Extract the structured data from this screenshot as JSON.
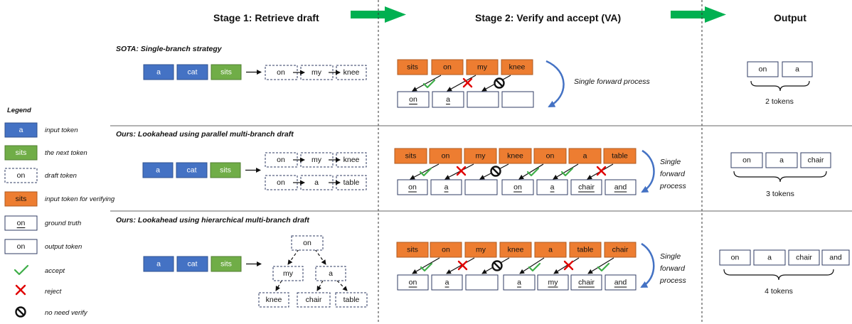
{
  "headers": {
    "stage1": "Stage 1: Retrieve draft",
    "stage2": "Stage 2: Verify and accept (VA)",
    "output": "Output"
  },
  "legend": {
    "title": "Legend",
    "items": [
      {
        "sample": "a",
        "label": "input token"
      },
      {
        "sample": "sits",
        "label": "the next token"
      },
      {
        "sample": "on",
        "label": "draft token"
      },
      {
        "sample": "sits",
        "label": "input token for verifying"
      },
      {
        "sample": "on",
        "label": "ground truth"
      },
      {
        "sample": "on",
        "label": "output token"
      },
      {
        "sample": "",
        "label": "accept"
      },
      {
        "sample": "",
        "label": "reject"
      },
      {
        "sample": "",
        "label": "no need verify"
      }
    ]
  },
  "rows": [
    {
      "title": "SOTA: Single-branch strategy",
      "input": [
        "a",
        "cat",
        "sits"
      ],
      "draft": [
        "on",
        "my",
        "knee"
      ],
      "verify": [
        "sits",
        "on",
        "my",
        "knee"
      ],
      "truth": [
        "on",
        "a",
        "",
        ""
      ],
      "marks": [
        "accept",
        "reject",
        "skip"
      ],
      "process": "Single forward process",
      "output": [
        "on",
        "a"
      ],
      "count": "2 tokens"
    },
    {
      "title": "Ours: Lookahead using parallel multi-branch draft",
      "input": [
        "a",
        "cat",
        "sits"
      ],
      "branch1": [
        "on",
        "my",
        "knee"
      ],
      "branch2": [
        "on",
        "a",
        "table"
      ],
      "verify": [
        "sits",
        "on",
        "my",
        "knee",
        "on",
        "a",
        "table"
      ],
      "truth": [
        "on",
        "a",
        "",
        "on",
        "a",
        "chair",
        "and"
      ],
      "marks": [
        "accept",
        "reject",
        "skip",
        "accept",
        "accept",
        "reject"
      ],
      "process": [
        "Single",
        "forward",
        "process"
      ],
      "output": [
        "on",
        "a",
        "chair"
      ],
      "count": "3 tokens"
    },
    {
      "title": "Ours: Lookahead using hierarchical multi-branch draft",
      "input": [
        "a",
        "cat",
        "sits"
      ],
      "tree": {
        "root": "on",
        "mid": [
          "my",
          "a"
        ],
        "leaves": [
          "knee",
          "chair",
          "table"
        ]
      },
      "verify": [
        "sits",
        "on",
        "my",
        "knee",
        "a",
        "table",
        "chair"
      ],
      "truth": [
        "on",
        "a",
        "",
        "a",
        "my",
        "chair",
        "and"
      ],
      "marks": [
        "accept",
        "reject",
        "skip",
        "accept",
        "reject",
        "accept"
      ],
      "process": [
        "Single",
        "forward",
        "process"
      ],
      "output": [
        "on",
        "a",
        "chair",
        "and"
      ],
      "count": "4 tokens"
    }
  ]
}
